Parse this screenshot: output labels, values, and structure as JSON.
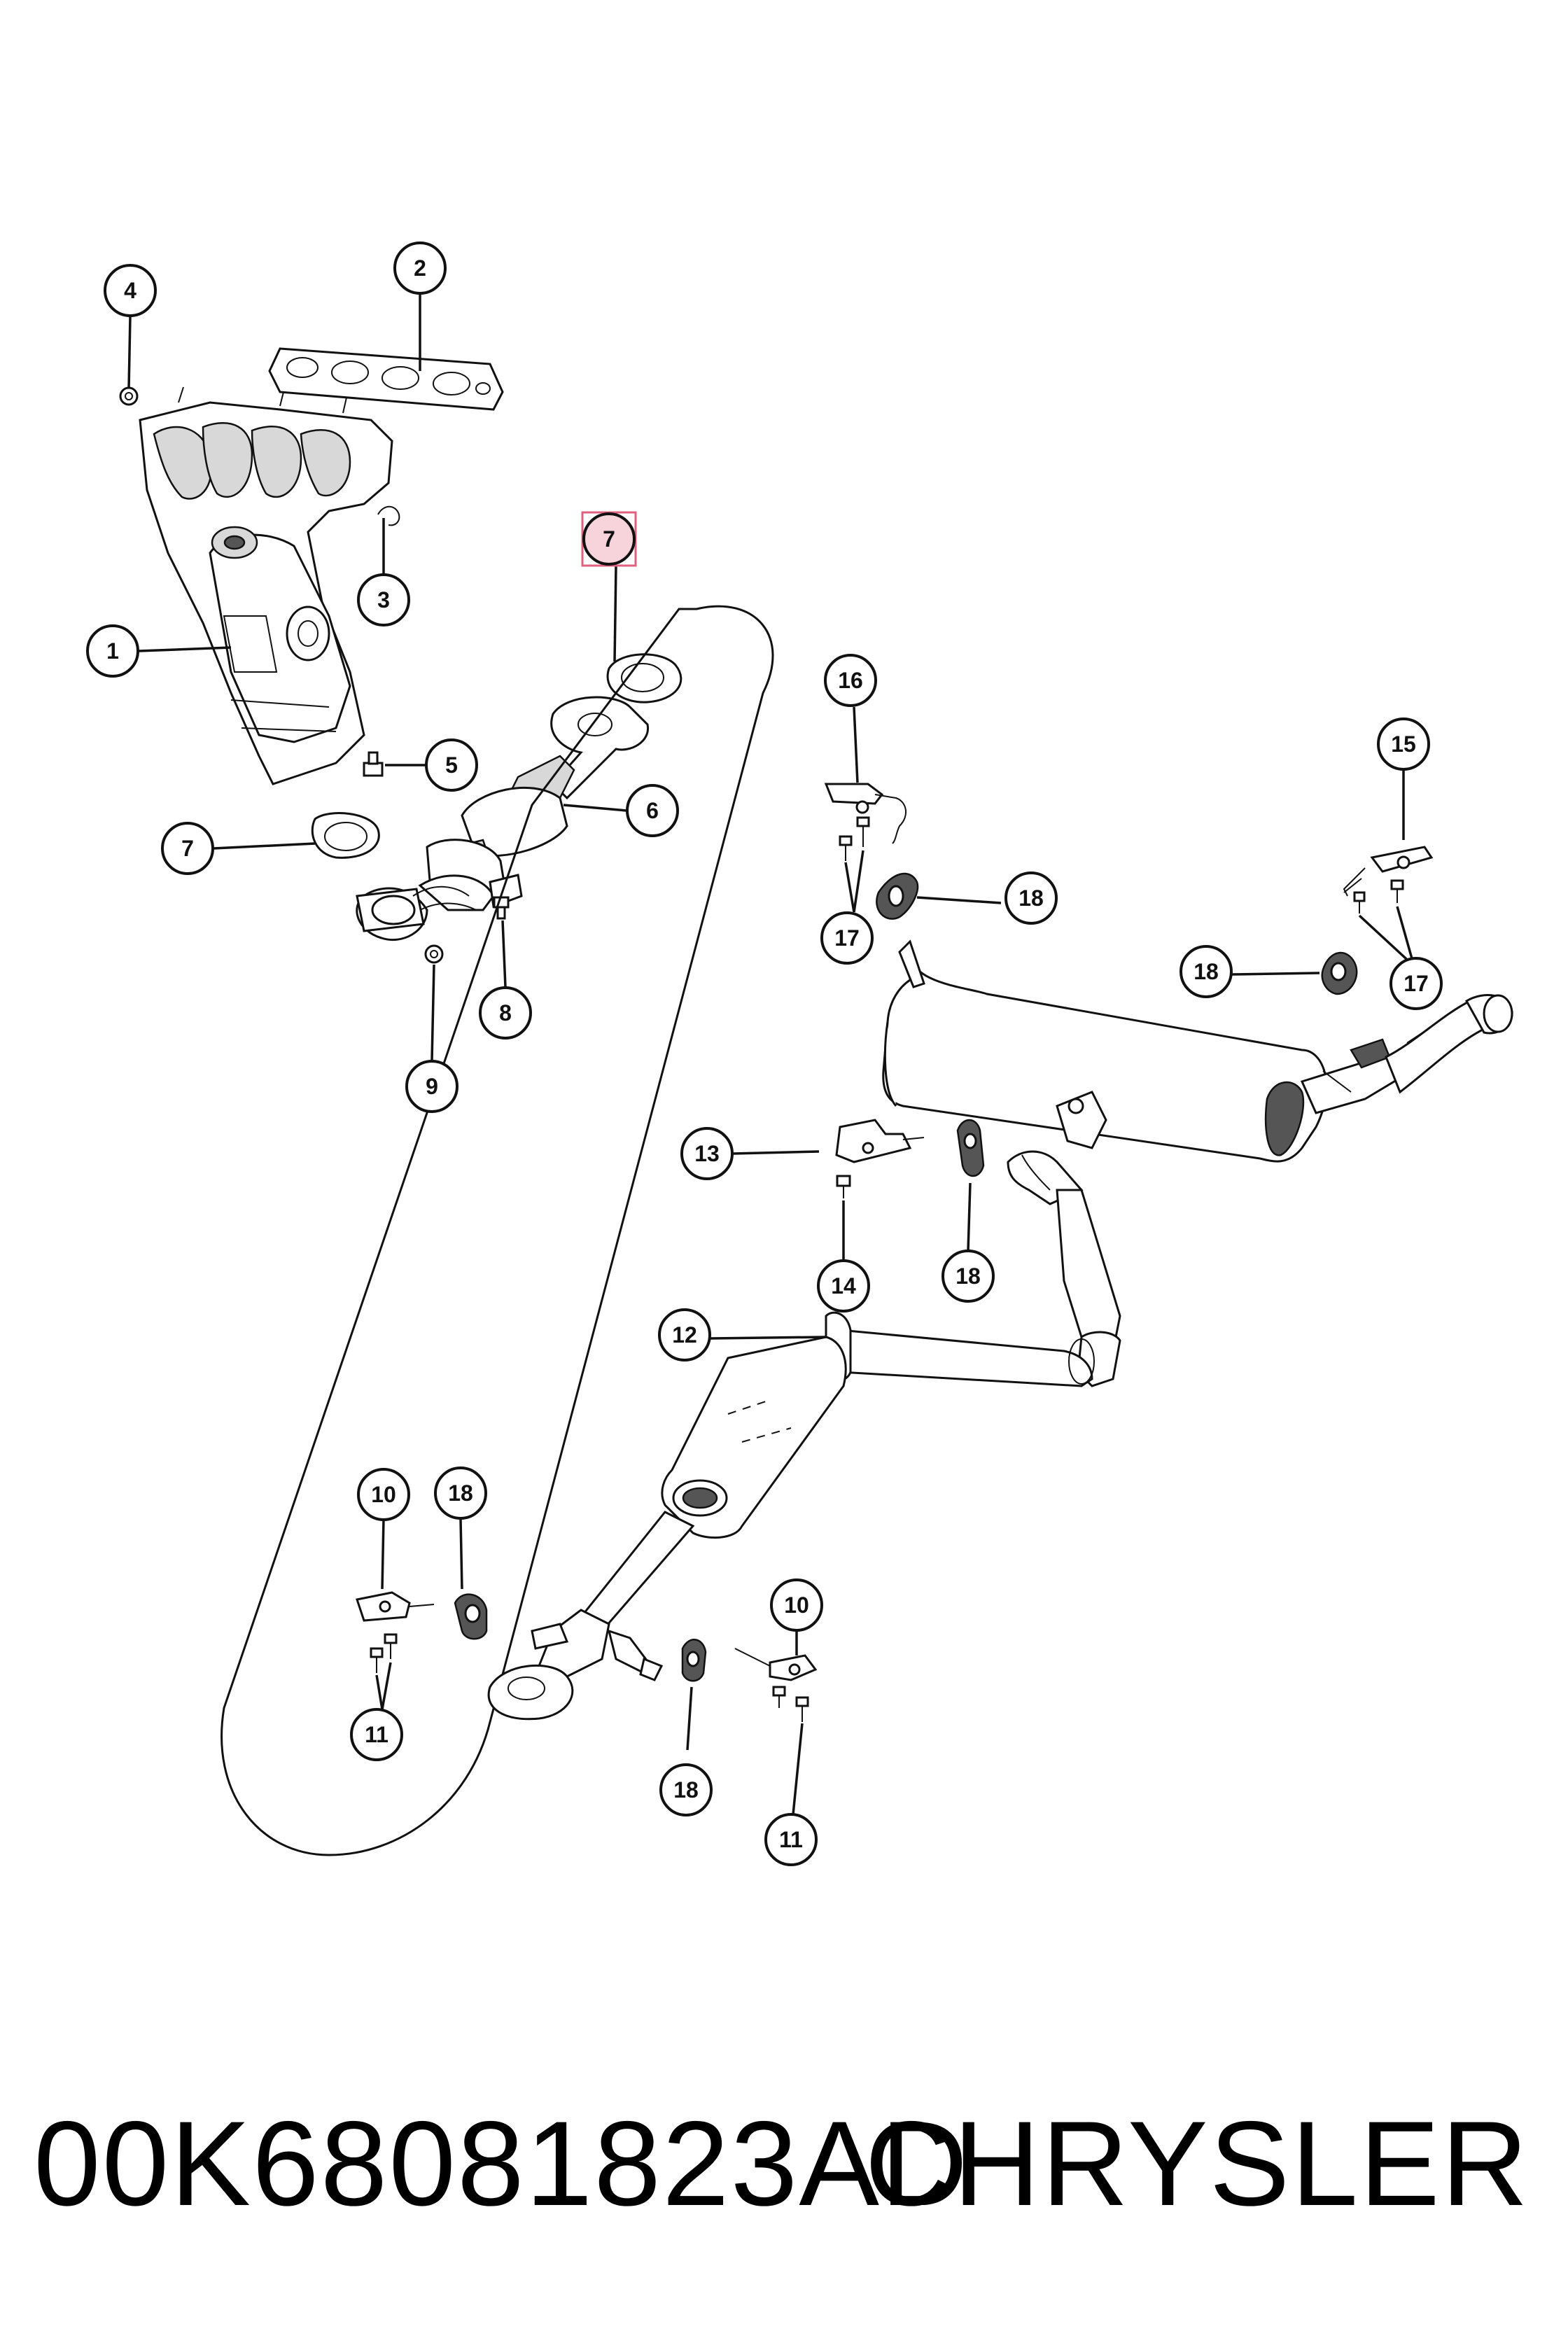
{
  "diagram": {
    "callouts": {
      "c1": "1",
      "c2": "2",
      "c3": "3",
      "c4": "4",
      "c5": "5",
      "c6": "6",
      "c7a": "7",
      "c7b": "7",
      "c8": "8",
      "c9": "9",
      "c10a": "10",
      "c10b": "10",
      "c11a": "11",
      "c11b": "11",
      "c12": "12",
      "c13": "13",
      "c14": "14",
      "c15": "15",
      "c16": "16",
      "c17a": "17",
      "c17b": "17",
      "c18a": "18",
      "c18b": "18",
      "c18c": "18",
      "c18d": "18",
      "c18e": "18"
    },
    "highlighted_callout": "7",
    "highlight_color": "#f7d4dc"
  },
  "footer": {
    "part_number": "00K68081823AD",
    "brand": "CHRYSLER"
  }
}
